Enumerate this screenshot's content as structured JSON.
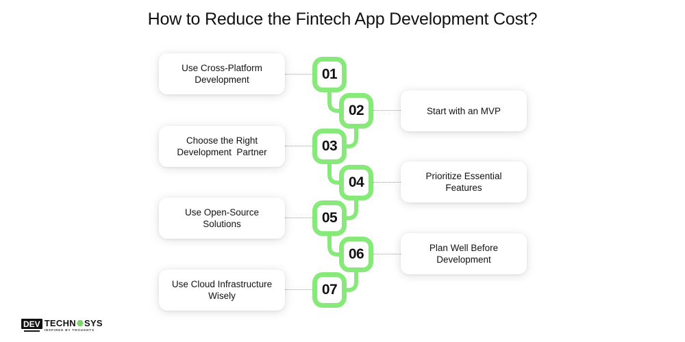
{
  "title": "How to Reduce the Fintech App Development Cost?",
  "colors": {
    "accent_green": "#86e97a",
    "card_bg": "#ffffff",
    "text": "#111111",
    "dotted_line": "#9a9a9a"
  },
  "steps": [
    {
      "number": "01",
      "label": "Use Cross-Platform Development",
      "side": "left"
    },
    {
      "number": "02",
      "label": "Start with an MVP",
      "side": "right"
    },
    {
      "number": "03",
      "label": "Choose the Right Development  Partner",
      "side": "left"
    },
    {
      "number": "04",
      "label": "Prioritize Essential Features",
      "side": "right"
    },
    {
      "number": "05",
      "label": "Use Open-Source Solutions",
      "side": "left"
    },
    {
      "number": "06",
      "label": "Plan Well Before Development",
      "side": "right"
    },
    {
      "number": "07",
      "label": "Use Cloud Infrastructure Wisely",
      "side": "left"
    }
  ],
  "logo": {
    "dev": "DEV",
    "name_left": "TECHN",
    "name_right": "SYS",
    "tagline": "INSPIRED BY THOUGHTS"
  }
}
